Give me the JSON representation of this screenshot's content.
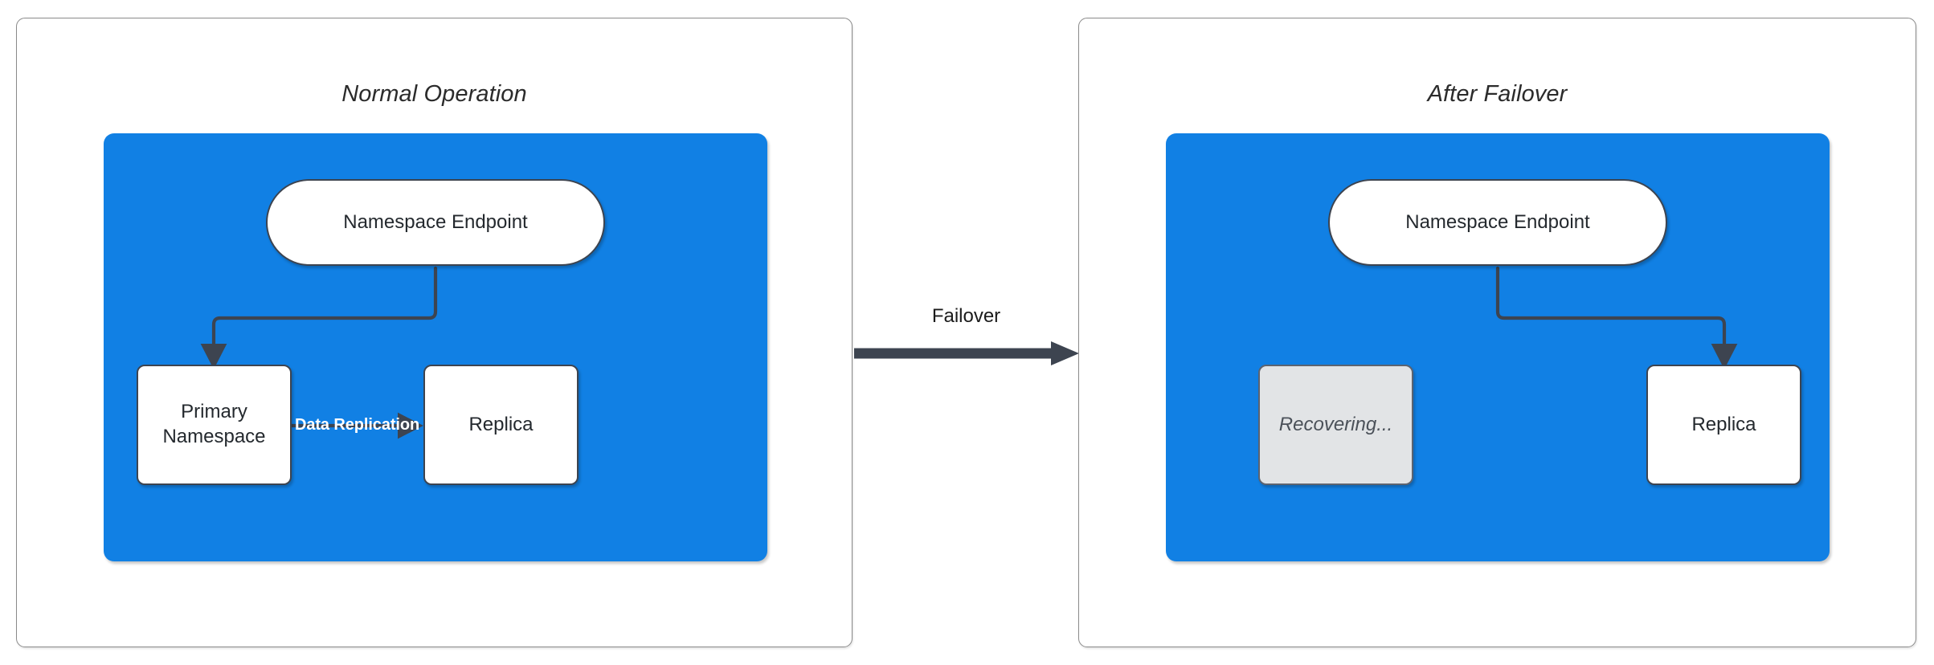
{
  "diagram": {
    "title_left": "Normal Operation",
    "title_right": "After Failover",
    "transition_label": "Failover",
    "colors": {
      "zone_blue": "#1180e4",
      "node_white": "#ffffff",
      "node_muted": "#e2e4e6",
      "stroke_dark": "#3d4450",
      "panel_border": "#8a8a8a",
      "label_white": "#ffffff"
    }
  },
  "panels": [
    {
      "id": "normal-operation",
      "title": "Normal Operation",
      "nodes": [
        {
          "id": "endpoint",
          "label": "Namespace Endpoint",
          "shape": "pill",
          "state": "active"
        },
        {
          "id": "primary",
          "label": "Primary\nNamespace",
          "line1": "Primary",
          "line2": "Namespace",
          "shape": "rect",
          "state": "active"
        },
        {
          "id": "replica",
          "label": "Replica",
          "shape": "rect",
          "state": "active"
        }
      ],
      "edges": [
        {
          "from": "endpoint",
          "to": "primary",
          "label": "",
          "style": "elbow"
        },
        {
          "from": "primary",
          "to": "replica",
          "label": "Data Replication",
          "style": "straight"
        }
      ]
    },
    {
      "id": "after-failover",
      "title": "After Failover",
      "nodes": [
        {
          "id": "endpoint",
          "label": "Namespace Endpoint",
          "shape": "pill",
          "state": "active"
        },
        {
          "id": "recovering",
          "label": "Recovering...",
          "shape": "rect",
          "state": "recovering"
        },
        {
          "id": "replica",
          "label": "Replica",
          "shape": "rect",
          "state": "active"
        }
      ],
      "edges": [
        {
          "from": "endpoint",
          "to": "replica",
          "label": "",
          "style": "elbow"
        }
      ]
    }
  ]
}
